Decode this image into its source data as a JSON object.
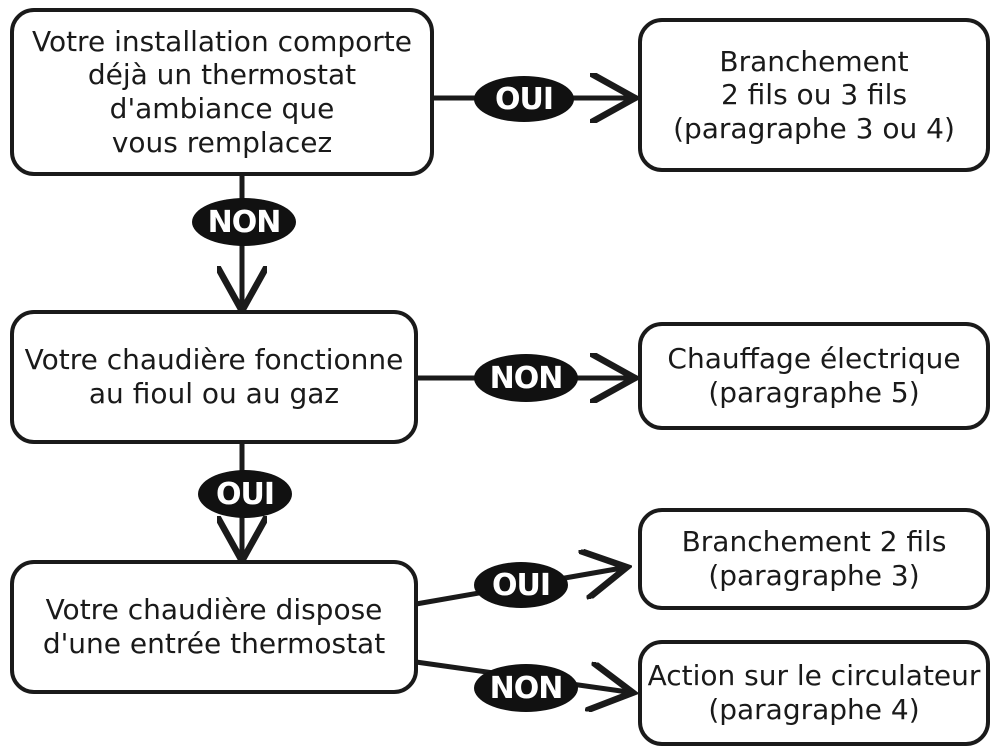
{
  "nodes": {
    "q1": {
      "lines": [
        "Votre installation comporte",
        "déjà un thermostat",
        "d'ambiance que",
        "vous remplacez"
      ]
    },
    "r1": {
      "lines": [
        "Branchement",
        "2 fils ou 3 fils",
        "(paragraphe 3 ou 4)"
      ]
    },
    "q2": {
      "lines": [
        "Votre chaudière fonctionne",
        "au fioul ou au gaz"
      ]
    },
    "r2": {
      "lines": [
        "Chauffage électrique",
        "(paragraphe 5)"
      ]
    },
    "q3": {
      "lines": [
        "Votre chaudière dispose",
        "d'une entrée thermostat"
      ]
    },
    "r3": {
      "lines": [
        "Branchement 2 fils",
        "(paragraphe 3)"
      ]
    },
    "r4": {
      "lines": [
        "Action sur le circulateur",
        "(paragraphe 4)"
      ]
    }
  },
  "edges": {
    "q1_r1": "OUI",
    "q1_q2": "NON",
    "q2_r2": "NON",
    "q2_q3": "OUI",
    "q3_r3": "OUI",
    "q3_r4": "NON"
  },
  "colors": {
    "ink": "#1a1a1a",
    "pill": "#111111",
    "pill_text": "#ffffff",
    "background": "#ffffff"
  }
}
